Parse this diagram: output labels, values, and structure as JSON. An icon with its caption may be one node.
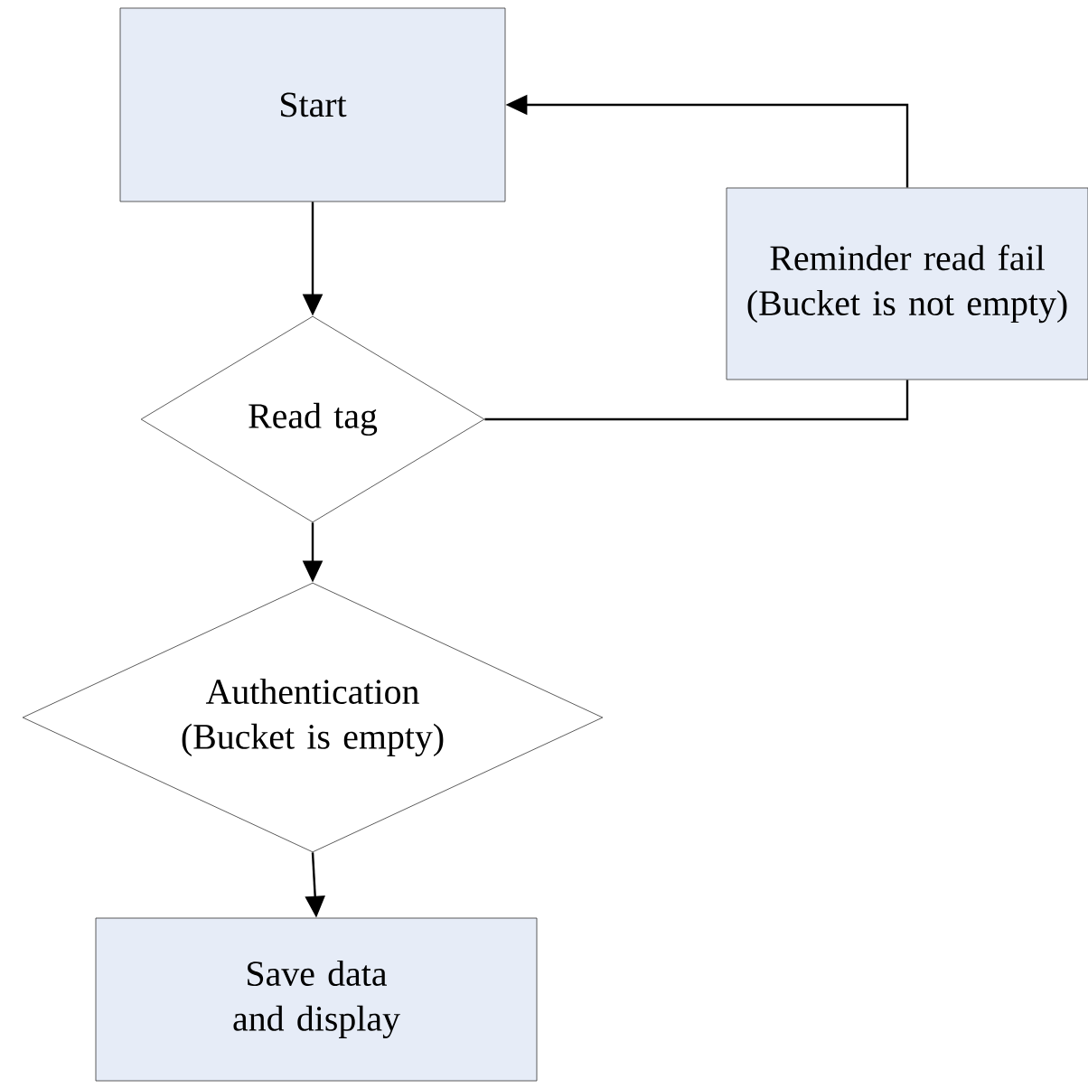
{
  "diagram": {
    "nodes": [
      {
        "text": [
          "Start"
        ]
      },
      {
        "text": [
          "Reminder read fail (Bucket is not empty)"
        ]
      },
      {
        "text": [
          "Read tag"
        ]
      },
      {
        "text": [
          "Authentication (Bucket is empty)"
        ]
      },
      {
        "text": [
          "Save data and display"
        ]
      }
    ],
    "edges": [
      {
        "from": 0,
        "to": 2,
        "arrow": "to"
      },
      {
        "from": 2,
        "to": 1,
        "arrow": "none"
      },
      {
        "from": 1,
        "to": 0,
        "arrow": "to"
      },
      {
        "from": 2,
        "to": 3,
        "arrow": "to"
      },
      {
        "from": 3,
        "to": 4,
        "arrow": "to"
      }
    ]
  }
}
